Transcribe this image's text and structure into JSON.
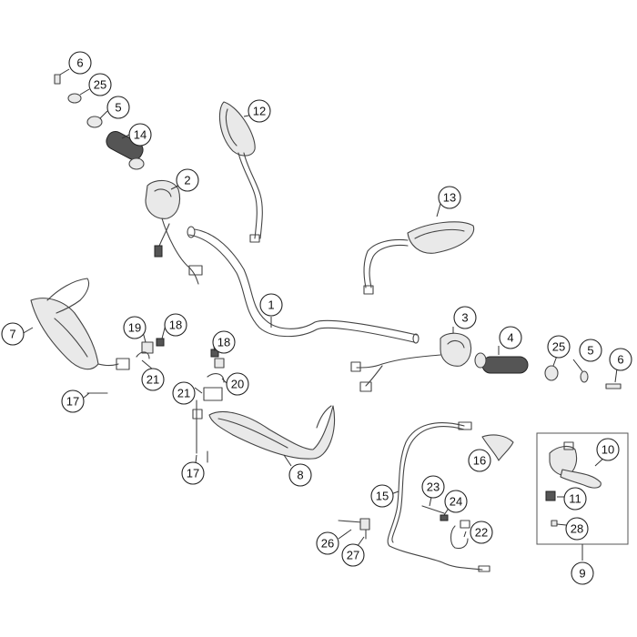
{
  "callouts": {
    "c1": "1",
    "c2": "2",
    "c3": "3",
    "c4": "4",
    "c5a": "5",
    "c5b": "5",
    "c6a": "6",
    "c6b": "6",
    "c7": "7",
    "c8": "8",
    "c9": "9",
    "c10": "10",
    "c11": "11",
    "c12": "12",
    "c13": "13",
    "c14": "14",
    "c15": "15",
    "c16": "16",
    "c17a": "17",
    "c17b": "17",
    "c18a": "18",
    "c18b": "18",
    "c19": "19",
    "c20": "20",
    "c21a": "21",
    "c21b": "21",
    "c22": "22",
    "c23": "23",
    "c24": "24",
    "c25a": "25",
    "c25b": "25",
    "c26": "26",
    "c27": "27",
    "c28": "28"
  }
}
